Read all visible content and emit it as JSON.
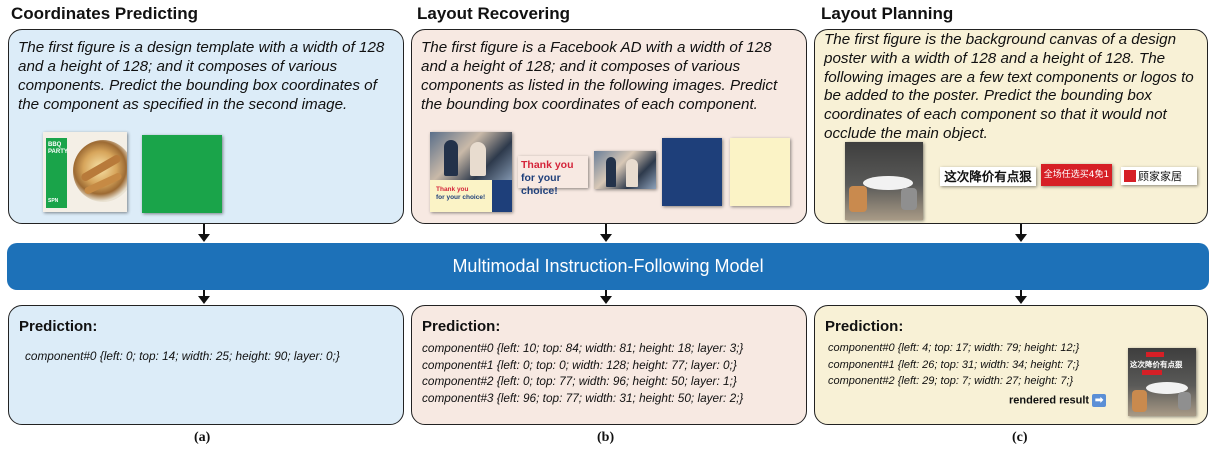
{
  "panels": {
    "a": {
      "title": "Coordinates Predicting",
      "prompt": "The first figure is a design template with a width of 128 and a height of 128; and it composes of various components. Predict the bounding box coordinates of the component as specified in the second image.",
      "template_thumb_text": "BBQ PARTY",
      "template_thumb_footer": "SPN",
      "prediction_title": "Prediction:",
      "prediction_lines": [
        "component#0 {left: 0; top: 14; width: 25; height: 90; layer: 0;}"
      ],
      "sublabel": "(a)"
    },
    "b": {
      "title": "Layout Recovering",
      "prompt": "The first figure is a Facebook AD with a width of 128 and a height of 128; and it composes of various components as listed in the following images. Predict the bounding box coordinates of each component.",
      "ad_text_line1": "Thank you",
      "ad_text_line2": "for your choice!",
      "prediction_title": "Prediction:",
      "prediction_lines": [
        "component#0 {left: 10; top: 84; width: 81; height: 18; layer: 3;}",
        "component#1 {left: 0; top: 0; width: 128; height: 77; layer: 0;}",
        "component#2 {left: 0; top: 77; width: 96; height: 50; layer: 1;}",
        "component#3 {left: 96; top: 77; width: 31; height: 50; layer: 2;}"
      ],
      "sublabel": "(b)"
    },
    "c": {
      "title": "Layout Planning",
      "prompt": "The first figure is the background canvas of a design poster with a width of 128 and a height of 128. The following images are a few text components or logos to be added to the poster. Predict the bounding box coordinates of each component so that it would not occlude the main object.",
      "component_texts": [
        "这次降价有点狠",
        "全场任选买4免1",
        "顾家家居"
      ],
      "prediction_title": "Prediction:",
      "prediction_lines": [
        "component#0 {left: 4; top: 17; width: 79; height: 12;}",
        "component#1 {left: 26; top: 31; width: 34; height: 7;}",
        "component#2 {left: 29; top: 7; width: 27; height: 7;}"
      ],
      "rendered_label": "rendered result",
      "rendered_thumb_text": "这次降价有点狠",
      "sublabel": "(c)"
    }
  },
  "model": {
    "label": "Multimodal Instruction-Following Model"
  },
  "colors": {
    "panel_a": "#dcecf8",
    "panel_b": "#f7e9e2",
    "panel_c": "#f8f1d6",
    "model_bar": "#1d71b8",
    "green_component": "#1aa44a",
    "navy_component": "#1e3f7a",
    "cream_component": "#fbf3c6"
  }
}
